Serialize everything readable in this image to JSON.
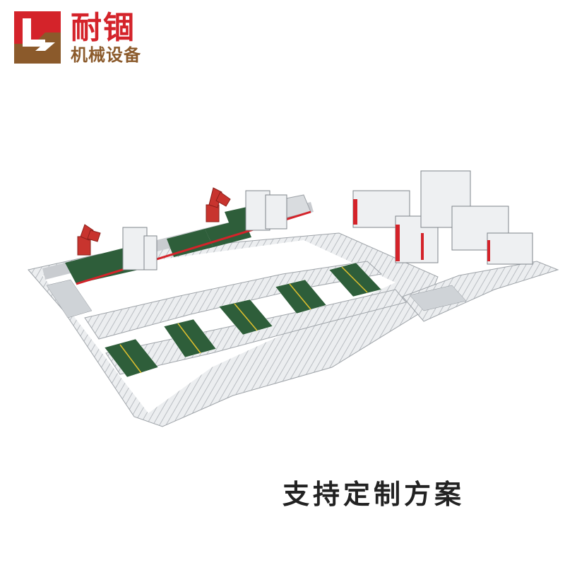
{
  "brand": {
    "name": "耐锢",
    "subtitle": "机械设备",
    "logo_icon": "brand-logo-icon",
    "colors": {
      "red": "#d4232a",
      "brown": "#8b5a2b"
    }
  },
  "illustration": {
    "icon": "production-line-illustration",
    "colors": {
      "conveyor_green": "#2e5e3a",
      "frame_grey": "#b9bdc2",
      "accent_red": "#d4232a",
      "robot_red": "#c8342e"
    }
  },
  "caption": "支持定制方案"
}
